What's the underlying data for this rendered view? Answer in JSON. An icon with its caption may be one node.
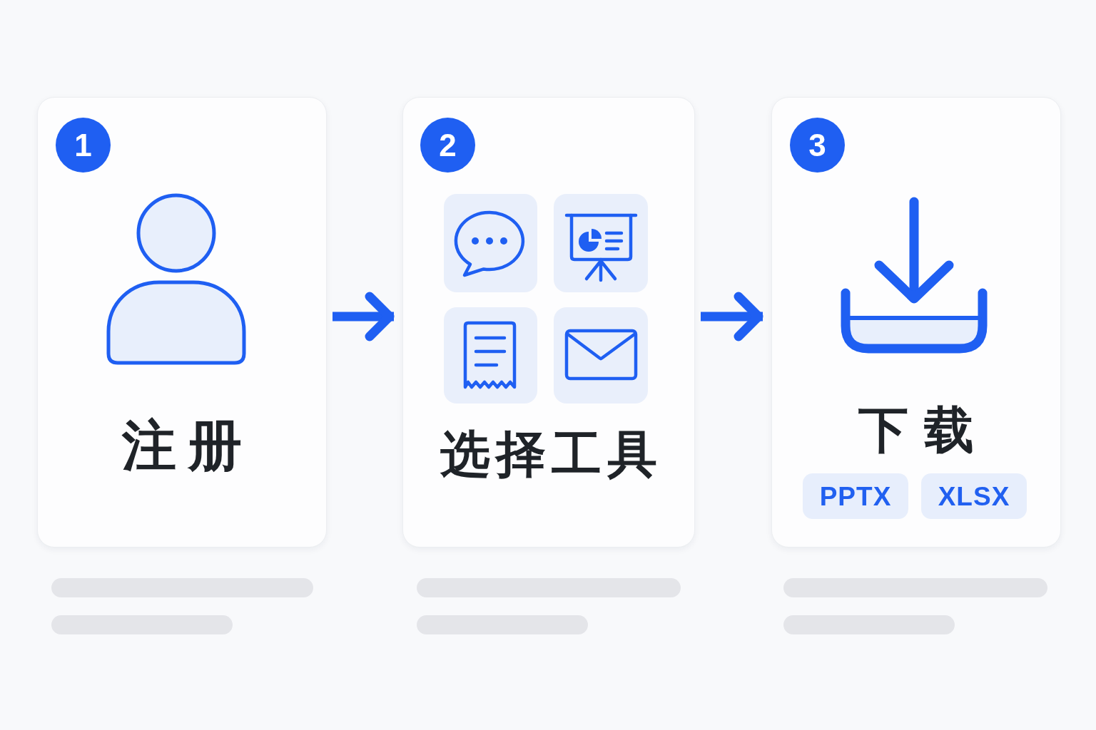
{
  "diagram": {
    "nodes": [
      {
        "text": [
          "注册"
        ]
      },
      {
        "text": [
          "1"
        ],
        "in": 0
      },
      {
        "text": [
          "选择工具"
        ]
      },
      {
        "text": [
          "2"
        ],
        "in": 2
      },
      {
        "text": [
          "下载"
        ]
      },
      {
        "text": [
          "3"
        ],
        "in": 4
      },
      {
        "text": [
          "PPTX"
        ],
        "in": 4
      },
      {
        "text": [
          "XLSX"
        ],
        "in": 4
      }
    ],
    "edges": [
      {
        "from": 0,
        "to": 2,
        "arrow": "to"
      },
      {
        "from": 2,
        "to": 4,
        "arrow": "to"
      }
    ]
  }
}
